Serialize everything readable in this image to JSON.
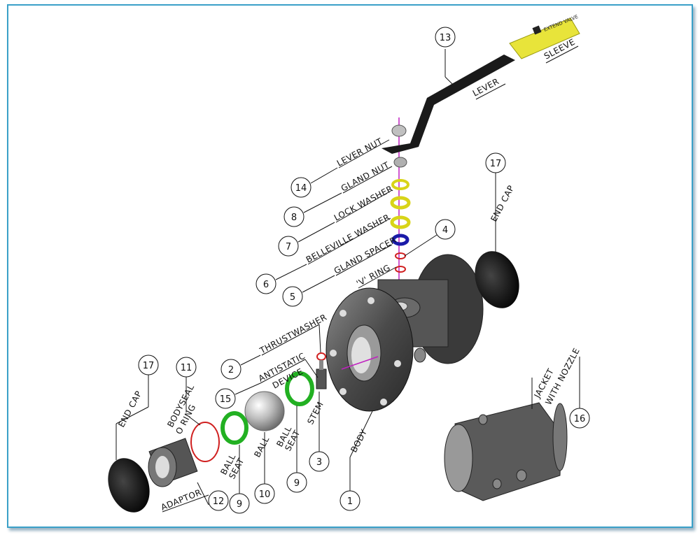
{
  "parts": [
    {
      "id": "lever",
      "number": "13",
      "name": "LEVER"
    },
    {
      "id": "sleeve",
      "name": "SLEEVE"
    },
    {
      "id": "lever-nut",
      "number": "14",
      "name": "LEVER NUT"
    },
    {
      "id": "gland-nut",
      "number": "8",
      "name": "GLAND NUT"
    },
    {
      "id": "lock-washer",
      "number": "7",
      "name": "LOCK WASHER"
    },
    {
      "id": "belleville-washer",
      "number": "6",
      "name": "BELLEVILLE WASHER"
    },
    {
      "id": "gland-spacer",
      "number": "5",
      "name": "GLAND SPACER"
    },
    {
      "id": "v-ring",
      "number": "4",
      "name": "'V' RING"
    },
    {
      "id": "end-cap-right",
      "number": "17",
      "name": "END CAP"
    },
    {
      "id": "thrustwasher",
      "number": "2",
      "name": "THRUSTWASHER"
    },
    {
      "id": "antistatic",
      "number": "15",
      "name_line1": "ANTISTATIC",
      "name_line2": "DEVICE"
    },
    {
      "id": "stem",
      "number": "3",
      "name": "STEM"
    },
    {
      "id": "body",
      "number": "1",
      "name": "BODY"
    },
    {
      "id": "ball-seat-right",
      "number": "9",
      "name_line1": "BALL",
      "name_line2": "SEAT"
    },
    {
      "id": "ball",
      "number": "10",
      "name": "BALL"
    },
    {
      "id": "ball-seat-left",
      "number": "9",
      "name_line1": "BALL",
      "name_line2": "SEAT"
    },
    {
      "id": "bodyseal",
      "number": "11",
      "name_line1": "BODYSEAL",
      "name_line2": "O RING"
    },
    {
      "id": "adaptor",
      "number": "12",
      "name": "ADAPTOR"
    },
    {
      "id": "end-cap-left",
      "number": "17",
      "name": "END CAP"
    },
    {
      "id": "jacket",
      "number": "16",
      "name_line1": "JACKET",
      "name_line2": "WITH NOZZLE"
    }
  ],
  "sleeve_brand": "EXTEND VALVE",
  "colors": {
    "border": "#3aa0c8",
    "lever": "#1a1a1a",
    "sleeve": "#e8e43a",
    "body": "#4a4a4a",
    "yellow": "#d8d418",
    "blue": "#1a1aa8",
    "red": "#d02020",
    "green": "#22b022",
    "black": "#0a0a0a",
    "axis": "#c020c0"
  }
}
